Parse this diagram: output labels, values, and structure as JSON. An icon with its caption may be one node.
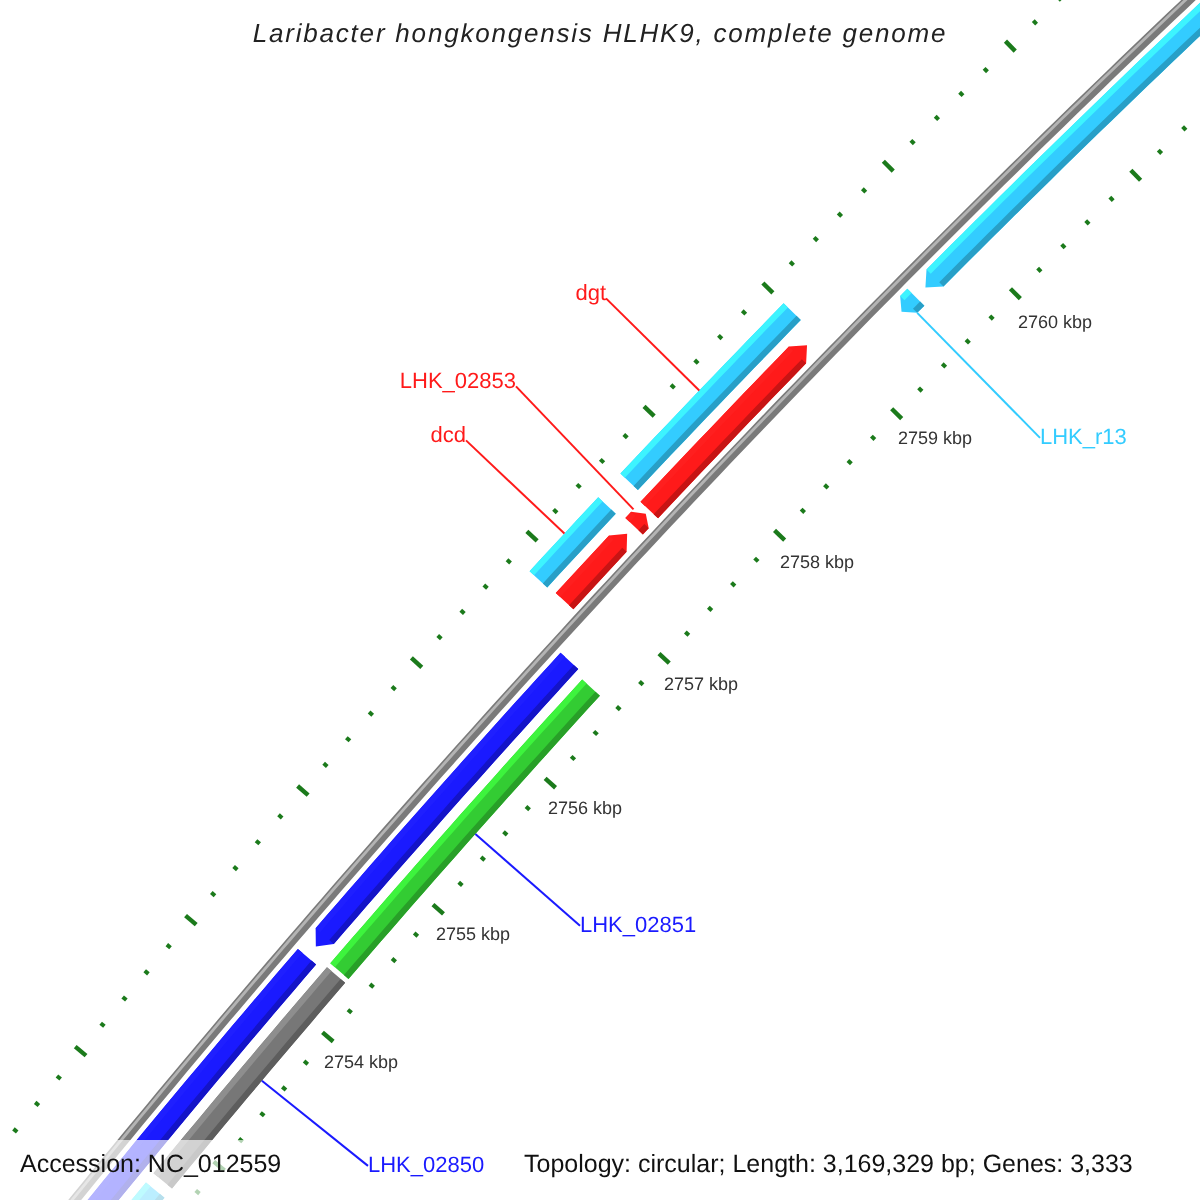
{
  "diagram": {
    "title": "Laribacter hongkongensis HLHK9, complete genome",
    "nodes": [
      {
        "text": [
          "dgt"
        ]
      },
      {
        "text": [
          "LHK_02853"
        ]
      },
      {
        "text": [
          "dcd"
        ]
      },
      {
        "text": [
          "LHK_r13"
        ]
      },
      {
        "text": [
          "LHK_02851"
        ]
      },
      {
        "text": [
          "LHK_02850"
        ]
      },
      {
        "text": [],
        "shape": "bar"
      },
      {
        "text": [],
        "shape": "bar"
      },
      {
        "text": [],
        "shape": "bar"
      },
      {
        "text": [],
        "shape": "bar"
      },
      {
        "text": [],
        "shape": "bar"
      },
      {
        "text": [],
        "shape": "bar"
      },
      {
        "text": [],
        "shape": "bar"
      },
      {
        "text": [],
        "shape": "bar"
      },
      {
        "text": [],
        "shape": "bar"
      },
      {
        "text": [],
        "shape": "bar"
      },
      {
        "text": [],
        "shape": "bar"
      },
      {
        "text": [],
        "shape": "bar"
      }
    ],
    "edges": [
      {
        "from": 0,
        "to": 8,
        "arrow": "none"
      },
      {
        "from": 1,
        "to": 10,
        "arrow": "none"
      },
      {
        "from": 2,
        "to": 11,
        "arrow": "none"
      },
      {
        "from": 3,
        "to": 7,
        "arrow": "none",
        "color": "#33ccff"
      },
      {
        "from": 4,
        "to": 14,
        "arrow": "none",
        "color": "#1a1aff"
      },
      {
        "from": 5,
        "to": 16,
        "arrow": "none",
        "color": "#1a1aff"
      }
    ],
    "labels": [
      "2760 kbp",
      "2759 kbp",
      "2758 kbp",
      "2757 kbp",
      "2756 kbp",
      "2755 kbp",
      "2754 kbp",
      "Accession: NC_012559",
      "Topology: circular; Length: 3,169,329 bp; Genes: 3,333"
    ]
  }
}
